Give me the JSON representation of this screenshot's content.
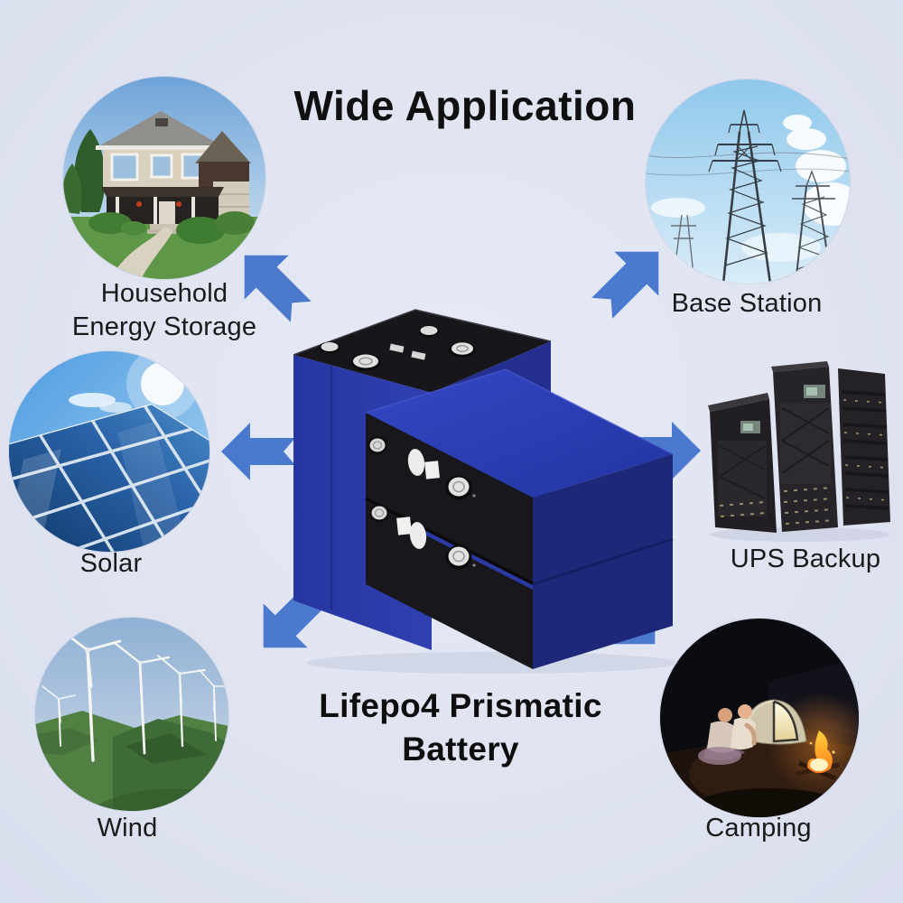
{
  "title": "Wide Application",
  "product": {
    "name_lines": [
      "Lifepo4 Prismatic",
      "Battery"
    ]
  },
  "applications": [
    {
      "id": "household-energy-storage",
      "label_lines": [
        "Household",
        "Energy Storage"
      ],
      "image": "house-photo"
    },
    {
      "id": "base-station",
      "label_lines": [
        "Base Station"
      ],
      "image": "power-transmission-towers-photo"
    },
    {
      "id": "solar",
      "label_lines": [
        "Solar"
      ],
      "image": "solar-panels-photo"
    },
    {
      "id": "ups-backup",
      "label_lines": [
        "UPS Backup"
      ],
      "image": "ups-tower-units-photo"
    },
    {
      "id": "wind",
      "label_lines": [
        "Wind"
      ],
      "image": "wind-turbines-photo"
    },
    {
      "id": "camping",
      "label_lines": [
        "Camping"
      ],
      "image": "campfire-tent-photo"
    }
  ],
  "arrows": {
    "color": "#4b79ce",
    "directions": [
      "up-left",
      "up-right",
      "left",
      "right",
      "down-left",
      "down-right"
    ]
  },
  "colors": {
    "background": "#e0e4f1",
    "title_text": "#101010",
    "label_text": "#1a1a1a",
    "battery_blue": "#2b3aad",
    "battery_black": "#17171b",
    "arrow_blue": "#4b79ce"
  }
}
